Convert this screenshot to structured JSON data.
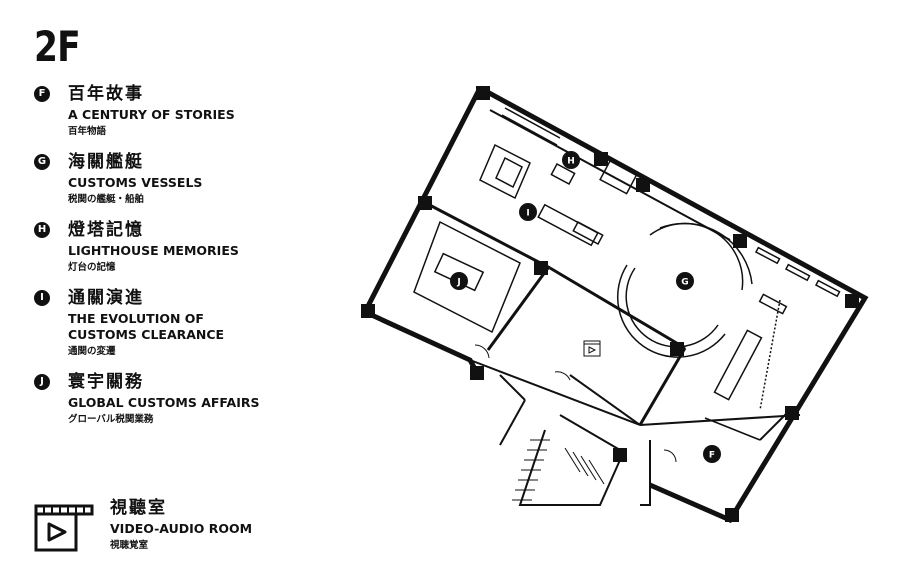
{
  "floor": "2F",
  "legend": [
    {
      "letter": "F",
      "zh": "百年故事",
      "en": [
        "A CENTURY OF STORIES"
      ],
      "ja": "百年物語"
    },
    {
      "letter": "G",
      "zh": "海關艦艇",
      "en": [
        "CUSTOMS VESSELS"
      ],
      "ja": "税関の艦艇・船舶"
    },
    {
      "letter": "H",
      "zh": "燈塔記憶",
      "en": [
        "LIGHTHOUSE MEMORIES"
      ],
      "ja": "灯台の記憶"
    },
    {
      "letter": "I",
      "zh": "通關演進",
      "en": [
        "THE EVOLUTION OF",
        "CUSTOMS CLEARANCE"
      ],
      "ja": "通関の変遷"
    },
    {
      "letter": "J",
      "zh": "寰宇關務",
      "en": [
        "GLOBAL CUSTOMS AFFAIRS"
      ],
      "ja": "グローバル税関業務"
    }
  ],
  "video": {
    "zh": "視聽室",
    "en": "VIDEO-AUDIO ROOM",
    "ja": "視聴覚室",
    "icon": "video-film-icon"
  },
  "map_markers": {
    "F": "F",
    "G": "G",
    "H": "H",
    "I": "I",
    "J": "J"
  }
}
